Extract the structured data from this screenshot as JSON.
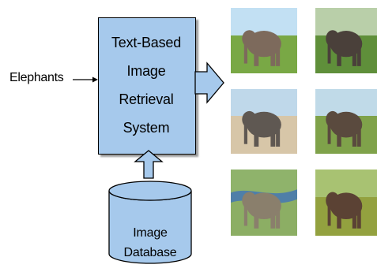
{
  "query": {
    "label": "Elephants"
  },
  "system": {
    "lines": [
      "Text-Based",
      "Image",
      "Retrieval",
      "System"
    ]
  },
  "database": {
    "lines": [
      "Image",
      "Database"
    ]
  },
  "results": {
    "items": [
      {
        "name": "result-image-1",
        "sky": "#c2e0f3",
        "ground": "#79a845",
        "animal": "#7d6a5c"
      },
      {
        "name": "result-image-2",
        "sky": "#b9cfa9",
        "ground": "#5f8f3a",
        "animal": "#4a403a"
      },
      {
        "name": "result-image-3",
        "sky": "#bfd8ea",
        "ground": "#d7c6a8",
        "animal": "#5f5852"
      },
      {
        "name": "result-image-4",
        "sky": "#c0dae8",
        "ground": "#7fa24a",
        "animal": "#5a4a3e"
      },
      {
        "name": "result-image-5",
        "sky": "#8fb36b",
        "ground": "#8cae64",
        "animal": "#8a7f6c"
      },
      {
        "name": "result-image-6",
        "sky": "#a8c272",
        "ground": "#93a13f",
        "animal": "#5b4234"
      }
    ]
  },
  "colors": {
    "box_fill": "#a6c9ec",
    "outline": "#000000",
    "water": "#4f7fa8"
  }
}
